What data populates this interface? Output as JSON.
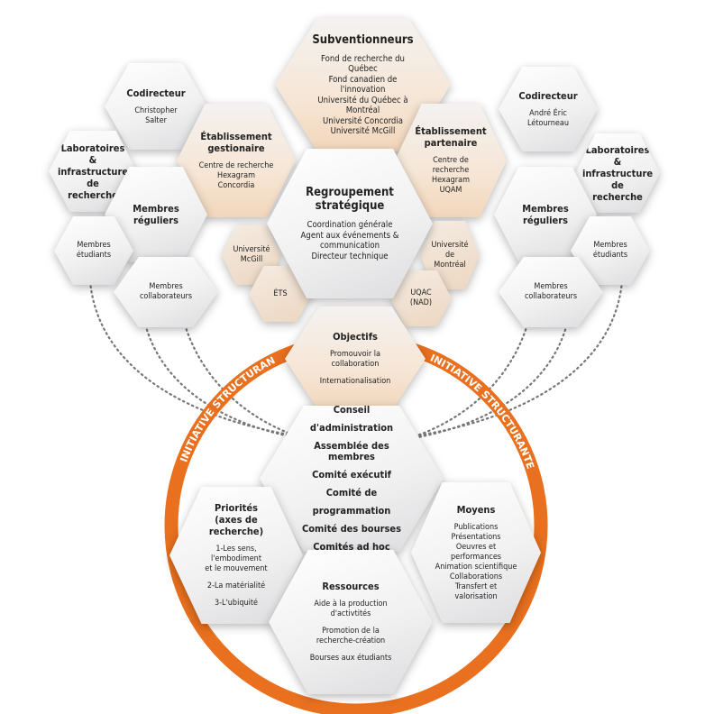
{
  "colors": {
    "ring": "#e8701e",
    "dots": "#777777"
  },
  "ring": {
    "left_label": "INITIATIVE STRUCTURANTE",
    "right_label": "INITIATIVE STRUCTURANTE"
  },
  "nodes": [
    {
      "id": "subventionneurs",
      "title": [
        "Subventionneurs"
      ],
      "lines": [
        "Fond de recherche du Québec",
        "Fond canadien de l'innovation",
        "Université du Québec à Montréal",
        "Université Concordia",
        "Université McGill"
      ]
    },
    {
      "id": "codirecteur-left",
      "title": [
        "Codirecteur"
      ],
      "lines": [
        "Christopher Salter"
      ]
    },
    {
      "id": "codirecteur-right",
      "title": [
        "Codirecteur"
      ],
      "lines": [
        "André Éric",
        "Létourneau"
      ]
    },
    {
      "id": "etablissement-gestionaire",
      "title": [
        "Établissement",
        "gestionaire"
      ],
      "lines": [
        "Centre de recherche",
        "Hexagram",
        "Concordia"
      ]
    },
    {
      "id": "etablissement-partenaire",
      "title": [
        "Établissement",
        "partenaire"
      ],
      "lines": [
        "Centre de recherche",
        "Hexagram",
        "UQAM"
      ]
    },
    {
      "id": "laboratoires-left",
      "title": [
        "Laboratoires",
        "& infrastructure",
        "de recherche"
      ],
      "lines": []
    },
    {
      "id": "laboratoires-right",
      "title": [
        "Laboratoires",
        "& infrastructure",
        "de recherche"
      ],
      "lines": []
    },
    {
      "id": "membres-reguliers-left",
      "title": [
        "Membres",
        "réguliers"
      ],
      "lines": []
    },
    {
      "id": "membres-reguliers-right",
      "title": [
        "Membres",
        "réguliers"
      ],
      "lines": []
    },
    {
      "id": "membres-etudiants-left",
      "title": [],
      "lines": [
        "Membres",
        "étudiants"
      ]
    },
    {
      "id": "membres-etudiants-right",
      "title": [],
      "lines": [
        "Membres",
        "étudiants"
      ]
    },
    {
      "id": "membres-collaborateurs-left",
      "title": [],
      "lines": [
        "Membres",
        "collaborateurs"
      ]
    },
    {
      "id": "membres-collaborateurs-right",
      "title": [],
      "lines": [
        "Membres",
        "collaborateurs"
      ]
    },
    {
      "id": "universite-mcgill",
      "title": [],
      "lines": [
        "Université",
        "McGill"
      ]
    },
    {
      "id": "ets",
      "title": [],
      "lines": [
        "ÉTS"
      ]
    },
    {
      "id": "universite-montreal",
      "title": [],
      "lines": [
        "Université",
        "de",
        "Montréal"
      ]
    },
    {
      "id": "uqac",
      "title": [],
      "lines": [
        "UQAC",
        "(NAD)"
      ]
    },
    {
      "id": "regroupement-strategique",
      "title": [
        "Regroupement",
        "stratégique"
      ],
      "lines": [
        "Coordination générale",
        "Agent aux événements &",
        "communication",
        "Directeur technique"
      ]
    },
    {
      "id": "objectifs",
      "title": [
        "Objectifs"
      ],
      "lines": [
        "Promouvoir la",
        "collaboration",
        "",
        "Internationalisation"
      ]
    },
    {
      "id": "gouvernance",
      "title": [
        "Conseil",
        "d'administration",
        "Assemblée des membres",
        "Comité exécutif",
        "Comité de",
        "programmation",
        "Comité des bourses",
        "Comités ad hoc"
      ],
      "lines": []
    },
    {
      "id": "priorites",
      "title": [
        "Priorités",
        "(axes de recherche)"
      ],
      "lines": [
        "1-Les sens, l'embodiment",
        "et le mouvement",
        "",
        "2-La matérialité",
        "",
        "3-L'ubiquité"
      ]
    },
    {
      "id": "moyens",
      "title": [
        "Moyens"
      ],
      "lines": [
        "Publications",
        "Présentations",
        "Oeuvres et performances",
        "Animation scientifique",
        "Collaborations",
        "Transfert et valorisation"
      ]
    },
    {
      "id": "ressources",
      "title": [
        "Ressources"
      ],
      "lines": [
        "Aide à la production",
        "d'activtités",
        "",
        "Promotion de la",
        "recherche-création",
        "",
        "Bourses aux étudiants"
      ]
    }
  ]
}
